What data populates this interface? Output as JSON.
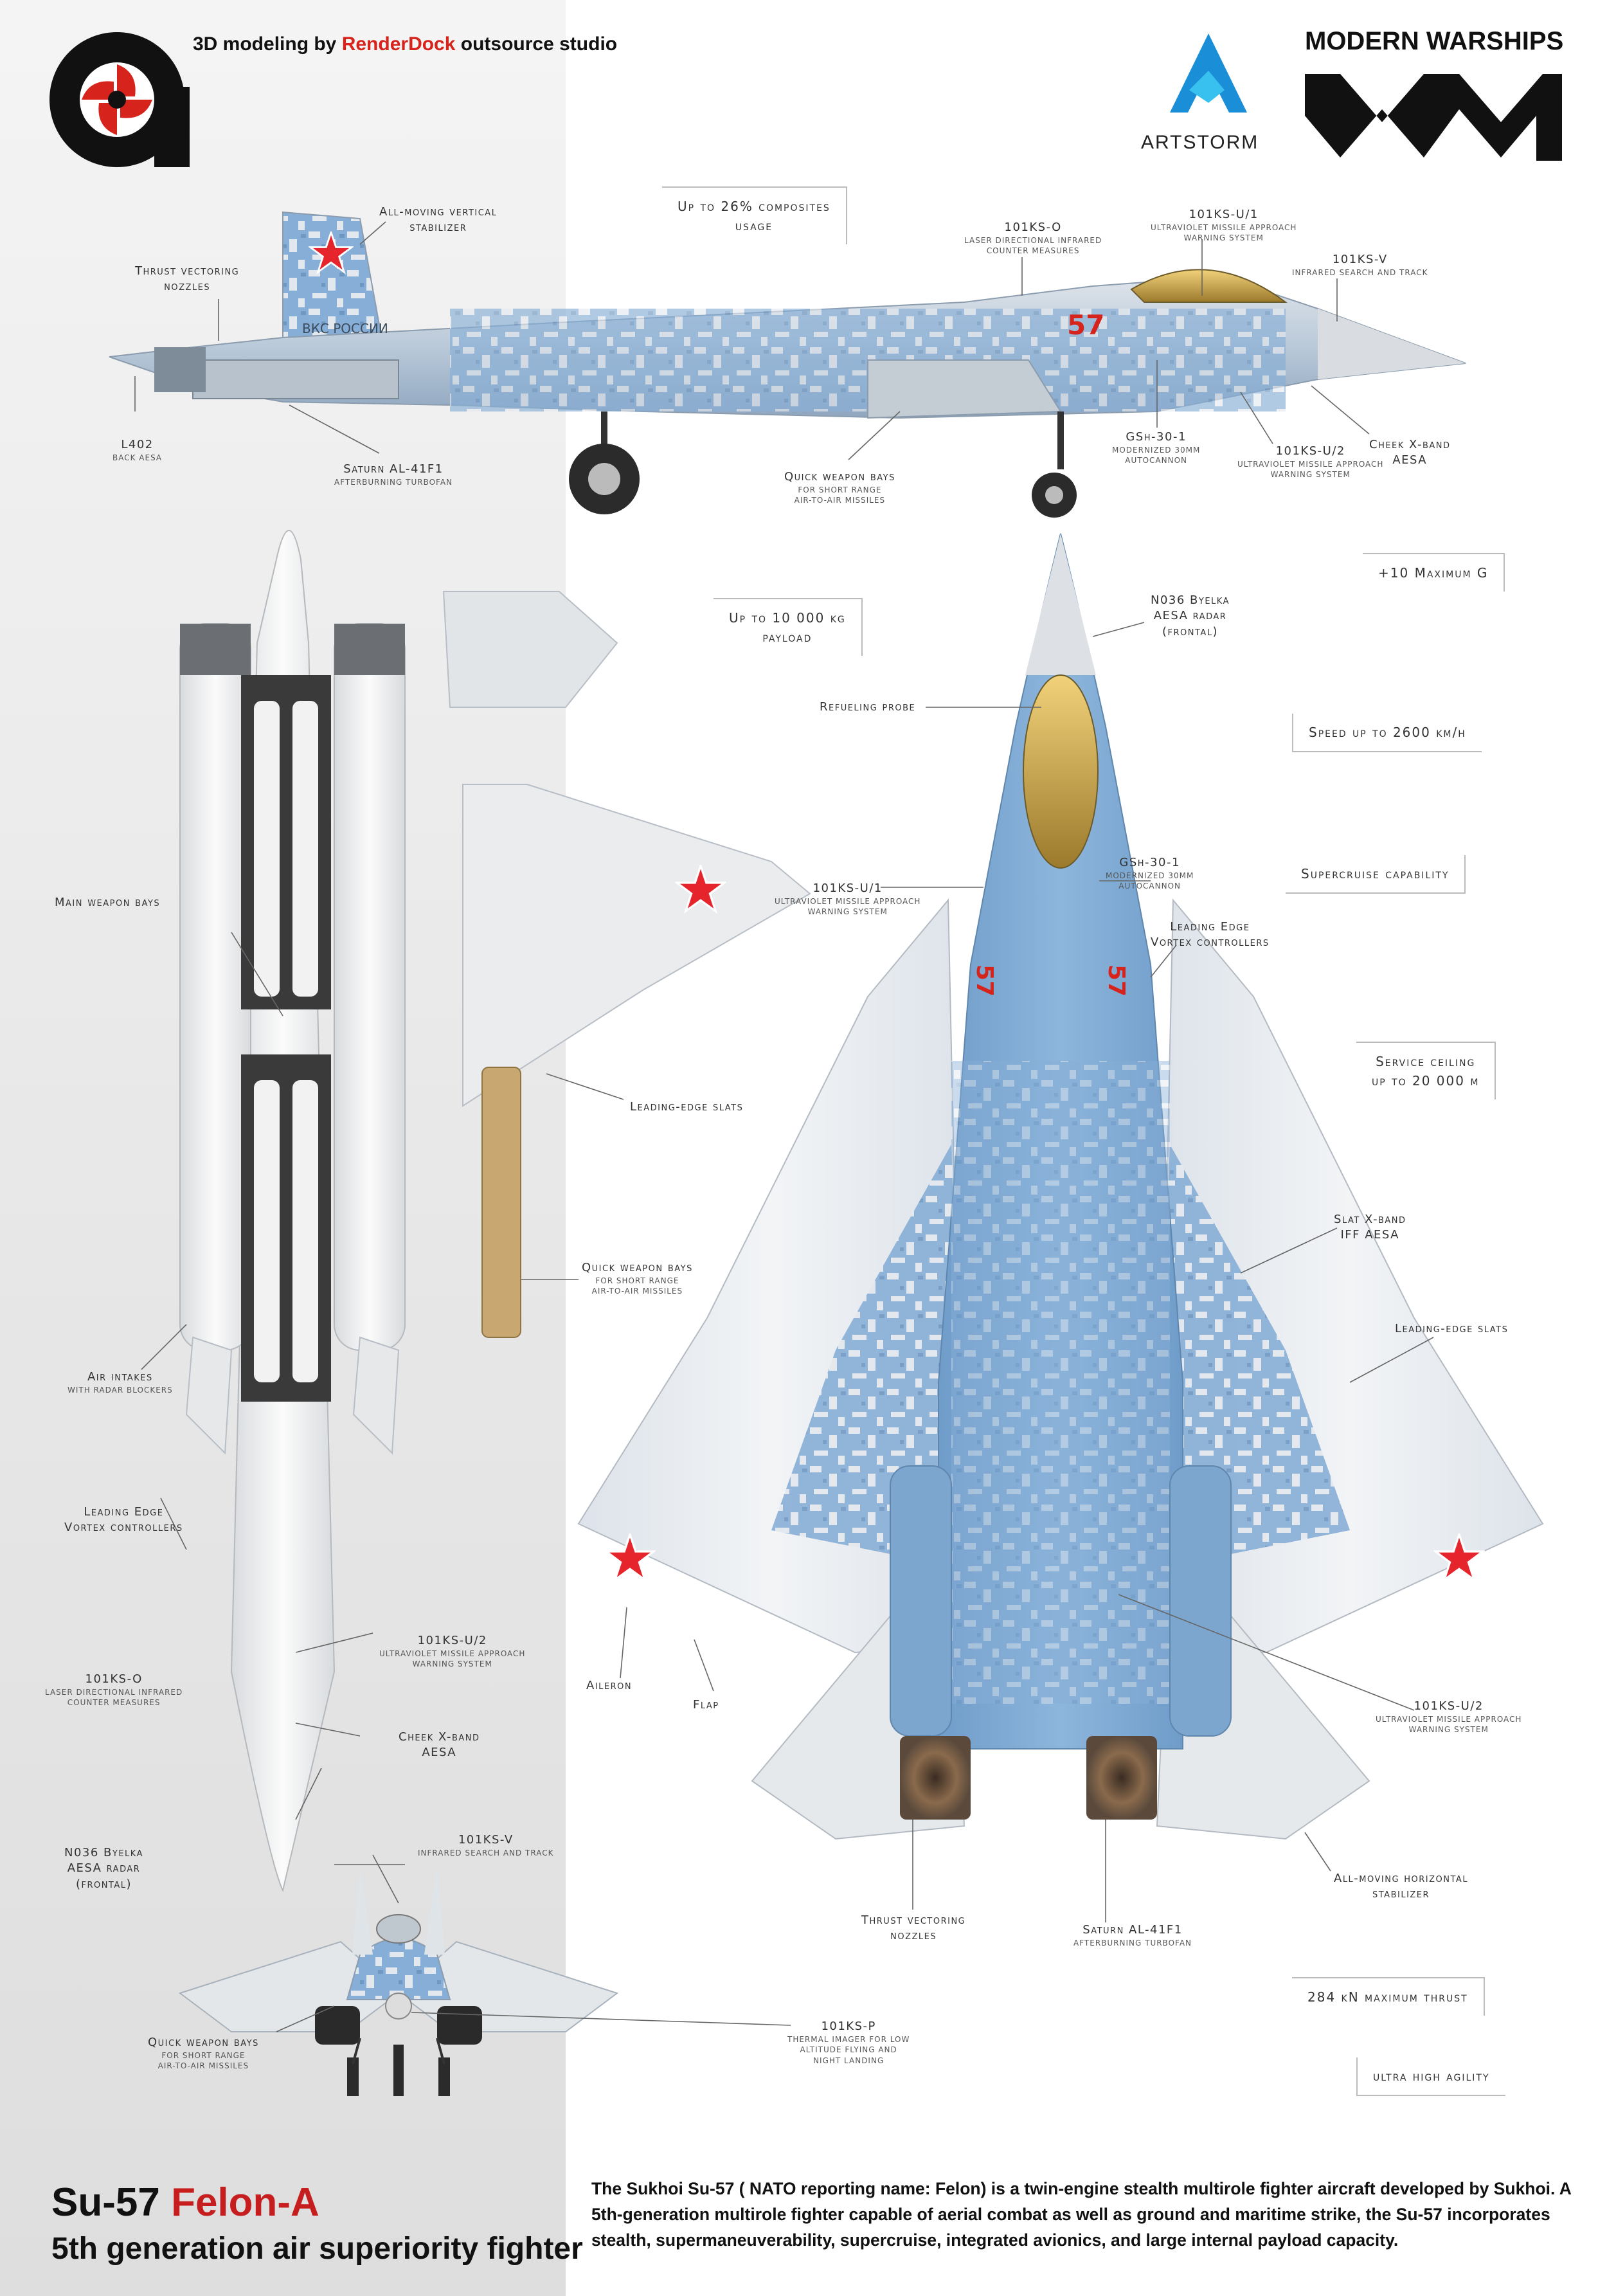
{
  "header": {
    "studio_prefix": "3D modeling by",
    "studio_name": "RenderDock",
    "studio_suffix": "outsource studio",
    "artstorm": "ARTSTORM",
    "game_title": "MODERN WARSHIPS"
  },
  "specs": {
    "composites": [
      "Up to 26% composites",
      "usage"
    ],
    "payload": [
      "Up to 10 000 kg",
      "payload"
    ],
    "max_g": "+10 Maximum G",
    "speed": "Speed up to 2600 km/h",
    "supercruise": "Supercruise capability",
    "ceiling": [
      "Service ceiling",
      "up to 20 000 m"
    ],
    "thrust": "284 kN maximum thrust",
    "agility": "ultra high agility"
  },
  "side_view": {
    "vertical_stab": [
      "All-moving vertical",
      "stabilizer"
    ],
    "thrust_vec": [
      "Thrust vectoring",
      "nozzles"
    ],
    "l402": [
      "L402",
      "back AESA"
    ],
    "saturn": [
      "Saturn AL-41F1",
      "afterburning turbofan"
    ],
    "quick_bays": [
      "Quick weapon bays",
      "for short range",
      "air-to-air missiles"
    ],
    "kso": [
      "101KS-O",
      "Laser Directional Infrared",
      "Counter Measures"
    ],
    "ksu1": [
      "101KS-U/1",
      "Ultraviolet missile approach",
      "warning system"
    ],
    "ksv": [
      "101KS-V",
      "Infrared search and track"
    ],
    "gsh": [
      "GSh-30-1",
      "modernized 30mm",
      "autocannon"
    ],
    "ksu2": [
      "101KS-U/2",
      "Ultraviolet missile approach",
      "warning system"
    ],
    "cheek": [
      "Cheek X-band",
      "AESA"
    ],
    "fuselage_text": "ВКС РОССИИ",
    "tail_number": "57"
  },
  "bottom_view": {
    "main_bays": "Main weapon bays",
    "slats": "Leading-edge slats",
    "quick_bays": [
      "Quick weapon bays",
      "for short range",
      "air-to-air missiles"
    ],
    "intakes": [
      "Air intakes",
      "with radar blockers"
    ],
    "lev": [
      "Leading Edge",
      "Vortex controllers"
    ],
    "ksu2": [
      "101KS-U/2",
      "Ultraviolet missile approach",
      "warning system"
    ],
    "kso": [
      "101KS-O",
      "Laser Directional infrared",
      "Counter Measures"
    ],
    "cheek": [
      "Cheek X-band",
      "AESA"
    ],
    "n036": [
      "N036 Byelka",
      "AESA radar",
      "(frontal)"
    ]
  },
  "front_view": {
    "ksv": [
      "101KS-V",
      "Infrared search and track"
    ],
    "quick_bays": [
      "Quick weapon bays",
      "for short range",
      "air-to-air missiles"
    ],
    "ksp": [
      "101KS-P",
      "thermal imager for low",
      "altitude flying and",
      "night landing"
    ]
  },
  "top_view": {
    "n036": [
      "N036 Byelka",
      "AESA radar",
      "(frontal)"
    ],
    "probe": "Refueling probe",
    "ksu1": [
      "101KS-U/1",
      "Ultraviolet missile approach",
      "warning system"
    ],
    "gsh": [
      "GSh-30-1",
      "modernized 30mm",
      "autocannon"
    ],
    "lev": [
      "Leading Edge",
      "Vortex controllers"
    ],
    "slat_iff": [
      "Slat X-band",
      "IFF AESA"
    ],
    "slats": "Leading-edge slats",
    "aileron": "Aileron",
    "flap": "Flap",
    "ksu2": [
      "101KS-U/2",
      "Ultraviolet missile approach",
      "warning system"
    ],
    "hstab": [
      "All-moving horizontal",
      "stabilizer"
    ],
    "thrust_vec": [
      "Thrust vectoring",
      "nozzles"
    ],
    "saturn": [
      "Saturn AL-41F1",
      "afterburning turbofan"
    ],
    "nose_number": "57"
  },
  "footer": {
    "name_main": "Su-57",
    "name_red": "Felon-A",
    "subtitle": "5th generation air superiority fighter",
    "description": "The Sukhoi Su-57 ( NATO reporting name: Felon) is a twin-engine stealth multirole fighter aircraft developed by Sukhoi. A 5th-generation multirole fighter capable of aerial combat as well as ground and maritime strike, the Su-57 incorporates stealth, supermaneuverability, supercruise, integrated avionics, and large internal payload capacity."
  },
  "colors": {
    "camo_blue": "#7ea6cf",
    "camo_light": "#e6eaee",
    "accent_red": "#d6241c",
    "canopy": "#c8a347"
  }
}
